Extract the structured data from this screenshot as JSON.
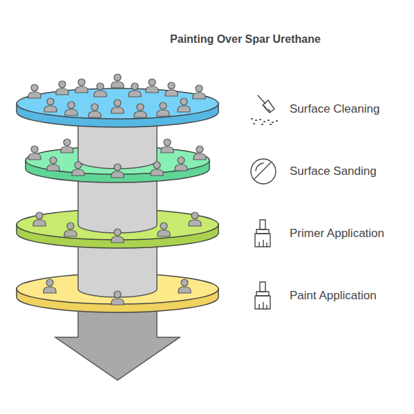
{
  "diagram": {
    "title": "Painting Over Spar Urethane",
    "labels": [
      "Surface Cleaning",
      "Surface Sanding",
      "Primer Application",
      "Paint Application"
    ]
  }
}
